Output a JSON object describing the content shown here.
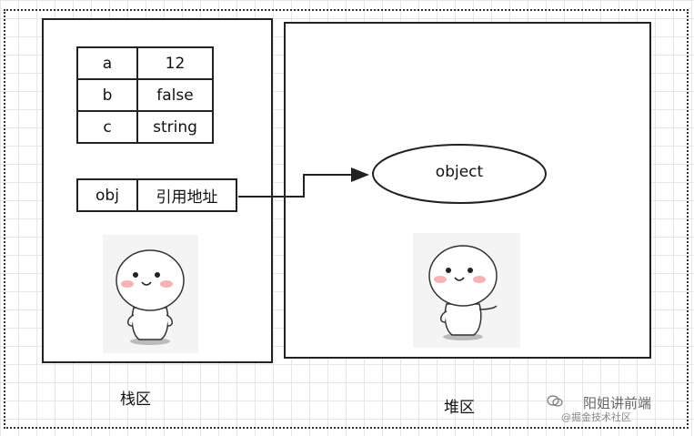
{
  "stack": {
    "caption": "栈区",
    "rows": [
      {
        "key": "a",
        "value": "12"
      },
      {
        "key": "b",
        "value": "false"
      },
      {
        "key": "c",
        "value": "string"
      }
    ],
    "ref_row": {
      "key": "obj",
      "value": "引用地址"
    }
  },
  "heap": {
    "caption": "堆区",
    "object_label": "object"
  },
  "watermark": {
    "title": "阳姐讲前端",
    "subtitle": "@掘金技术社区"
  },
  "colors": {
    "border": "#222222",
    "grid": "#e6e6e6",
    "blush": "#f6b3b6"
  }
}
